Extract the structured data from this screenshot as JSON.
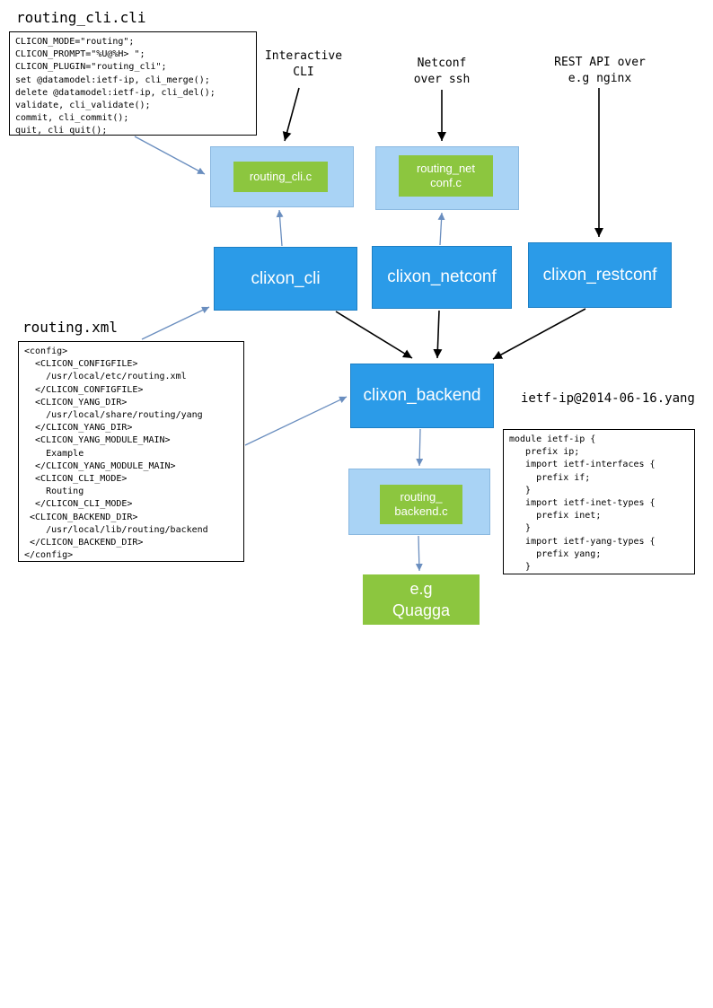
{
  "diagram": {
    "cli_file": {
      "title": "routing_cli.cli",
      "code": "CLICON_MODE=\"routing\";\nCLICON_PROMPT=\"%U@%H> \";\nCLICON_PLUGIN=\"routing_cli\";\nset @datamodel:ietf-ip, cli_merge();\ndelete @datamodel:ietf-ip, cli_del();\nvalidate, cli_validate();\ncommit, cli_commit();\nquit, cli_quit();"
    },
    "xml_file": {
      "title": "routing.xml",
      "code": "<config>\n  <CLICON_CONFIGFILE>\n    /usr/local/etc/routing.xml\n  </CLICON_CONFIGFILE>\n  <CLICON_YANG_DIR>\n    /usr/local/share/routing/yang\n  </CLICON_YANG_DIR>\n  <CLICON_YANG_MODULE_MAIN>\n    Example\n  </CLICON_YANG_MODULE_MAIN>\n  <CLICON_CLI_MODE>\n    Routing\n  </CLICON_CLI_MODE>\n <CLICON_BACKEND_DIR>\n    /usr/local/lib/routing/backend\n </CLICON_BACKEND_DIR>\n</config>"
    },
    "yang_file": {
      "title": "ietf-ip@2014-06-16.yang",
      "code": "module ietf-ip {\n   prefix ip;\n   import ietf-interfaces {\n     prefix if;\n   }\n   import ietf-inet-types {\n     prefix inet;\n   }\n   import ietf-yang-types {\n     prefix yang;\n   }"
    },
    "labels": {
      "interactive_cli": "Interactive\nCLI",
      "netconf_ssh": "Netconf\nover ssh",
      "rest_api": "REST API over\ne.g nginx"
    },
    "processes": {
      "cli": "clixon_cli",
      "netconf": "clixon_netconf",
      "restconf": "clixon_restconf",
      "backend": "clixon_backend"
    },
    "plugins": {
      "routing_cli_c": "routing_cli.c",
      "routing_netconf_c": "routing_net\nconf.c",
      "routing_backend_c": "routing_\nbackend.c"
    },
    "quagga": "e.g\nQuagga"
  },
  "colors": {
    "process_blue": "#2B9BE8",
    "plugin_light_blue": "#A9D3F5",
    "plugin_green": "#8CC63F",
    "arrow_black": "#000000",
    "arrow_blue": "#6A8EBF"
  }
}
